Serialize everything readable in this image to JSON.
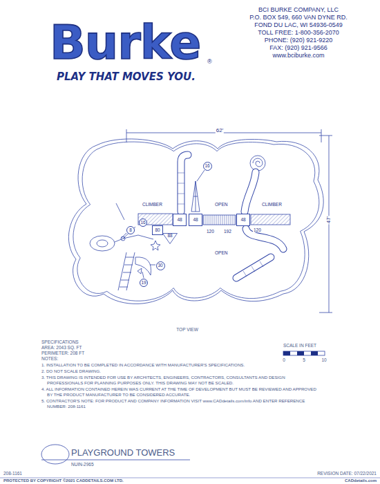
{
  "diagram": {
    "title": "PLAYGROUND TOWERS",
    "nodes": [
      {
        "text": [
          "16"
        ]
      },
      {
        "text": [
          "48"
        ]
      },
      {
        "text": [
          "48"
        ]
      },
      {
        "text": [
          "48"
        ]
      },
      {
        "text": [
          "16"
        ]
      },
      {
        "text": [
          "8"
        ]
      },
      {
        "text": [
          "80"
        ]
      },
      {
        "text": [
          "88"
        ]
      },
      {
        "text": [
          "30"
        ]
      },
      {
        "text": [
          "19"
        ]
      }
    ],
    "labels": [
      "Burke",
      "®",
      "PLAY THAT MOVES YOU.",
      "BCI BURKE COMPANY, LLC",
      "P.O. BOX 549, 660 VAN DYNE RD.",
      "FOND DU LAC, WI 54936-0549",
      "TOLL FREE: 1-800-356-2070",
      "PHONE: (920) 921-9220",
      "FAX: (920) 921-9566",
      "www.bciburke.com",
      "62'",
      "47'",
      "CLIMBER",
      "OPEN",
      "CLIMBER",
      "120",
      "192",
      "120",
      "OPEN",
      "TOP VIEW",
      "SPECIFICATIONS",
      "AREA: 2043 SQ. FT",
      "PERIMETER: 208 FT",
      "NOTES:",
      "1. INSTALLATION TO BE COMPLETED IN ACCORDANCE WITH MANUFACTURER'S SPECIFICATIONS.",
      "2. DO NOT SCALE DRAWING.",
      "3. THIS DRAWING IS INTENDED FOR USE BY ARCHITECTS, ENGINEERS, CONTRACTORS, CONSULTANTS AND DESIGN PROFESSIONALS FOR PLANNING PURPOSES ONLY. THIS DRAWING MAY NOT BE SCALED.",
      "4. ALL INFORMATION CONTAINED HEREIN WAS CURRENT AT THE TIME OF DEVELOPMENT BUT MUST BE REVIEWED AND APPROVED BY THE PRODUCT MANUFACTURER TO BE CONSIDERED ACCURATE.",
      "5. CONTRACTOR'S NOTE: FOR PRODUCT AND COMPANY INFORMATION VISIT www.CADdetails.com/info AND ENTER REFERENCE NUMBER: 208-1161",
      "SCALE IN FEET",
      "0",
      "5",
      "10",
      "NUIN-2965",
      "208-1161",
      "REVISION DATE: 07/22/2021",
      "PROTECTED BY COPYRIGHT ©2021 CADDETAILS.COM LTD.",
      "CADdetails.com"
    ]
  }
}
